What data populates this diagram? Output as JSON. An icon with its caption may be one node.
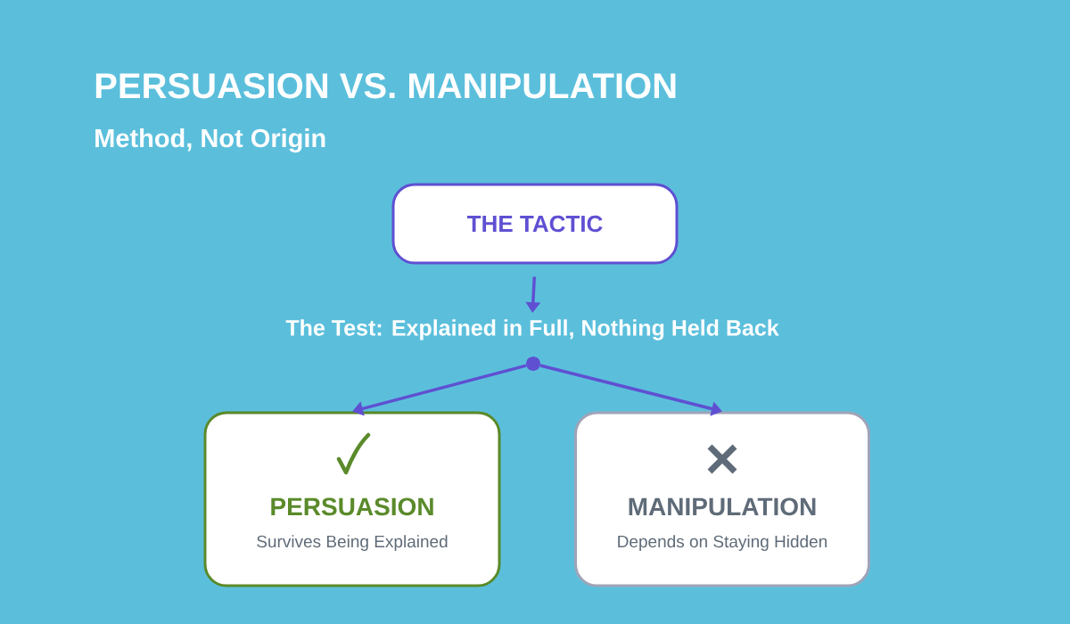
{
  "diagram": {
    "title": "PERSUASION VS. MANIPULATION",
    "nodes": [
      {
        "text": [
          "THE TACTIC"
        ]
      },
      {
        "text": [
          "The Test: Explained in Full, Nothing Held Back"
        ]
      },
      {
        "text": [],
        "shape": "circle"
      },
      {
        "text": [
          "PERSUASION",
          "Survives Being Explained"
        ]
      },
      {
        "text": [
          "MANIPULATION",
          "Depends on Staying Hidden"
        ]
      }
    ],
    "edges": [
      {
        "from": 0,
        "to": 1,
        "arrow": "to"
      },
      {
        "from": 2,
        "to": 3,
        "arrow": "to"
      },
      {
        "from": 2,
        "to": 4,
        "arrow": "to"
      }
    ],
    "labels": [
      "Method, Not Origin"
    ]
  }
}
